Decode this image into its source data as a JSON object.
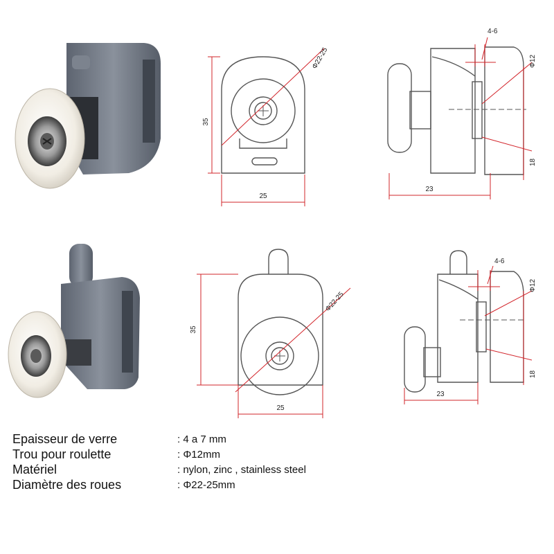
{
  "drawing_top": {
    "front": {
      "width_label": "25",
      "height_label": "35",
      "wheel_label": "Φ22-25"
    },
    "side": {
      "glass_label": "4-6",
      "hole_label": "Φ12",
      "depth_label": "23",
      "height_label": "18"
    }
  },
  "drawing_bottom": {
    "front": {
      "width_label": "25",
      "height_label": "35",
      "wheel_label": "Φ22-25"
    },
    "side": {
      "glass_label": "4-6",
      "hole_label": "Φ12",
      "depth_label": "23",
      "height_label": "18"
    }
  },
  "specs": [
    {
      "label": "Epaisseur de verre",
      "value": ": 4 a 7 mm"
    },
    {
      "label": "Trou pour roulette",
      "value": ": Φ12mm"
    },
    {
      "label": "Matériel",
      "value": ": nylon, zinc , stainless steel"
    },
    {
      "label": "Diamètre des roues",
      "value": ": Φ22-25mm"
    }
  ],
  "colors": {
    "dimension": "#d2242a",
    "outline": "#555555",
    "housing": "#6b7380",
    "wheel": "#f4f1ea"
  }
}
